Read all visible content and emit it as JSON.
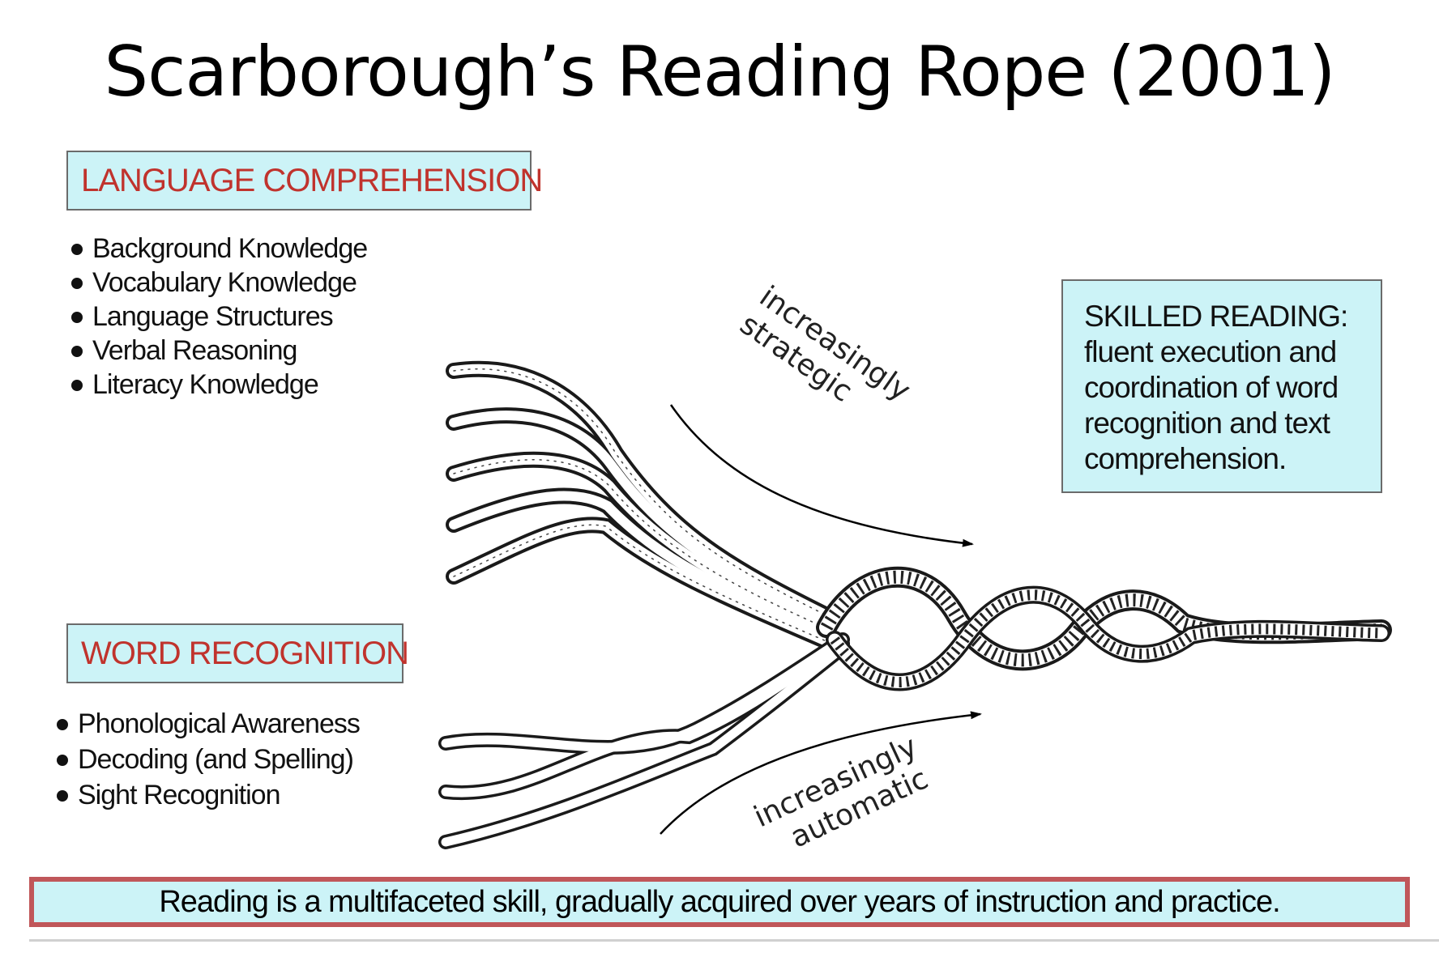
{
  "title": "Scarborough’s Reading Rope (2001)",
  "language_comprehension": {
    "heading": "LANGUAGE COMPREHENSION",
    "items": [
      "Background Knowledge",
      "Vocabulary Knowledge",
      "Language Structures",
      "Verbal Reasoning",
      "Literacy Knowledge"
    ]
  },
  "word_recognition": {
    "heading": "WORD RECOGNITION",
    "items": [
      "Phonological Awareness",
      "Decoding (and Spelling)",
      "Sight Recognition"
    ]
  },
  "skilled_reading": {
    "lines": [
      "SKILLED READING:",
      "fluent execution and",
      "coordination of word",
      "recognition and text",
      "comprehension."
    ]
  },
  "arrows": {
    "strategic": [
      "increasingly",
      "strategic"
    ],
    "automatic": [
      "increasingly",
      "automatic"
    ]
  },
  "summary": "Reading is a multifaceted skill, gradually acquired over years of instruction and practice.",
  "colors": {
    "box_fill": "#ccf3f7",
    "heading_red": "#c0332d",
    "summary_border": "#c0575a"
  }
}
